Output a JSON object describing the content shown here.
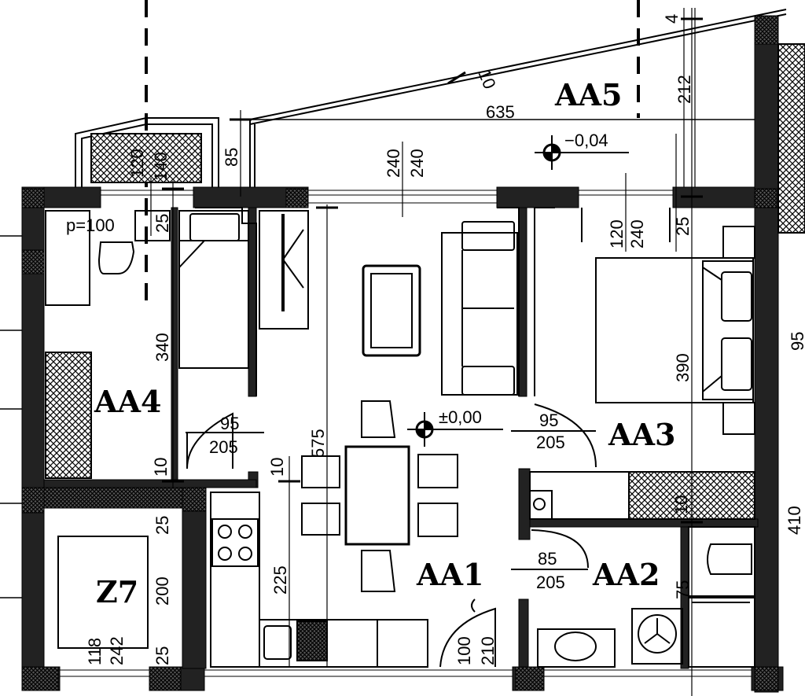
{
  "rooms": {
    "aa1": "AA1",
    "aa2": "AA2",
    "aa3": "AA3",
    "aa4": "AA4",
    "aa5": "AA5",
    "z7": "Z7"
  },
  "levels": {
    "terrace": "−0,04",
    "floor": "±0,00"
  },
  "note": "p=100",
  "dimensions": {
    "d10_diag": "10",
    "d212": "212",
    "d4": "4",
    "d635": "635",
    "d85_top": "85",
    "d120_win": "120",
    "d140_win": "140",
    "d240_a": "240",
    "d240_b": "240",
    "d25_a": "25",
    "d120_r": "120",
    "d240_r": "240",
    "d25_r": "25",
    "d340": "340",
    "d390": "390",
    "d575": "575",
    "d95_l": "95",
    "d205_l": "205",
    "d95_r": "95",
    "d205_r": "205",
    "d10_a": "10",
    "d10_b": "10",
    "d10_c": "10",
    "d25_b": "25",
    "d200": "200",
    "d25_c": "25",
    "d118": "118",
    "d242": "242",
    "d225": "225",
    "d85_b": "85",
    "d205_b": "205",
    "d75": "75",
    "d100": "100",
    "d210": "210",
    "d410": "410",
    "d95_edge": "95"
  }
}
